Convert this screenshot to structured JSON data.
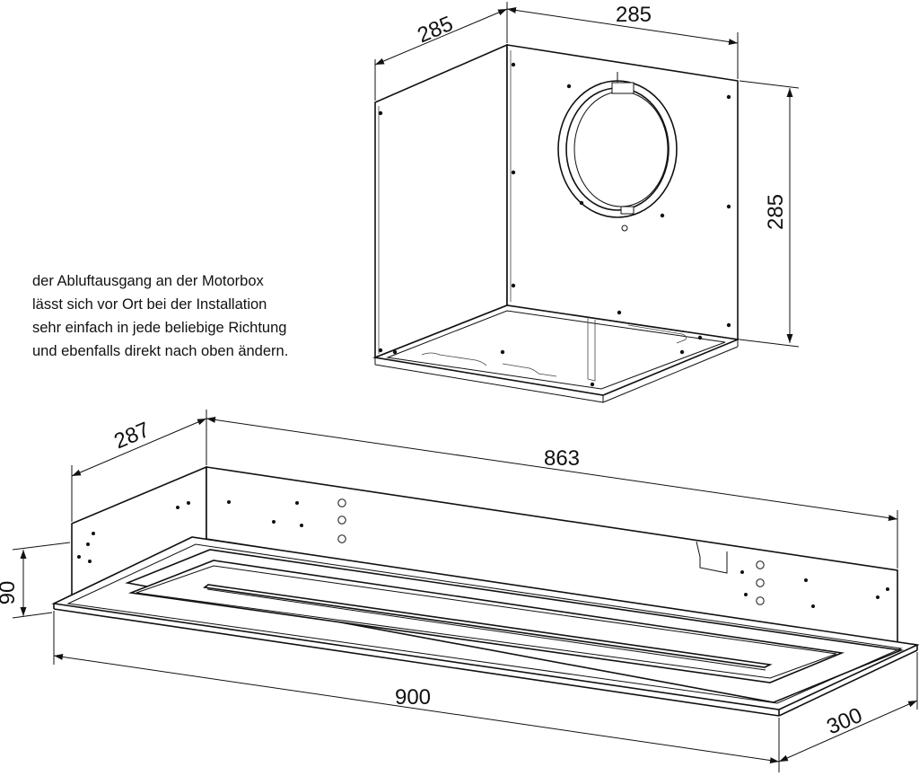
{
  "note": {
    "lines": [
      "der Abluftausgang an der Motorbox",
      "lässt sich vor Ort bei der Installation",
      "sehr einfach in jede beliebige Richtung",
      "und ebenfalls direkt nach oben ändern."
    ]
  },
  "motorbox": {
    "dim_depth": "285",
    "dim_width": "285",
    "dim_height": "285"
  },
  "hood": {
    "dim_depth_top": "287",
    "dim_width_top": "863",
    "dim_height": "90",
    "dim_width_bottom": "900",
    "dim_depth_bottom": "300"
  }
}
